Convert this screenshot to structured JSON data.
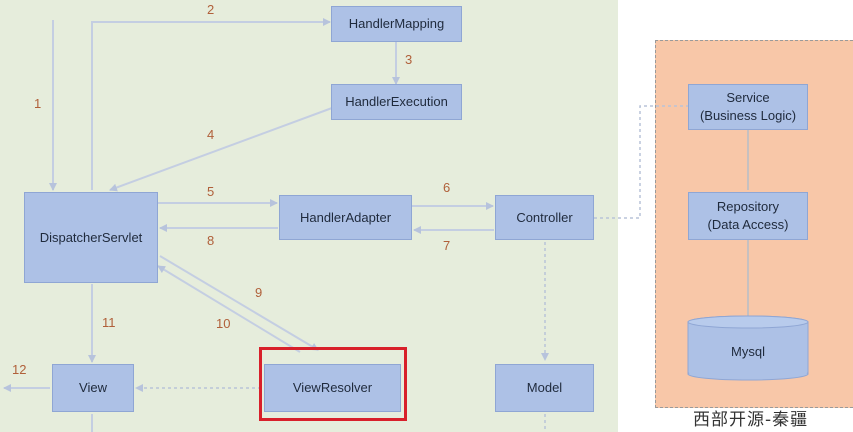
{
  "boxes": {
    "handler_mapping": "HandlerMapping",
    "handler_execution": "HandlerExecution",
    "dispatcher_servlet": "DispatcherServlet",
    "handler_adapter": "HandlerAdapter",
    "controller": "Controller",
    "view": "View",
    "view_resolver": "ViewResolver",
    "model": "Model",
    "service_line1": "Service",
    "service_line2": "(Business Logic)",
    "repository_line1": "Repository",
    "repository_line2": "(Data Access)",
    "mysql": "Mysql"
  },
  "steps": [
    "1",
    "2",
    "3",
    "4",
    "5",
    "6",
    "7",
    "8",
    "9",
    "10",
    "11",
    "12"
  ],
  "watermark": "西部开源-秦疆",
  "colors": {
    "diagram_background": "#e6eddc",
    "box_fill": "#adc1e6",
    "backend_panel": "#f8c7a8",
    "highlight_border": "#d8202a",
    "step_number": "#b0603a"
  }
}
